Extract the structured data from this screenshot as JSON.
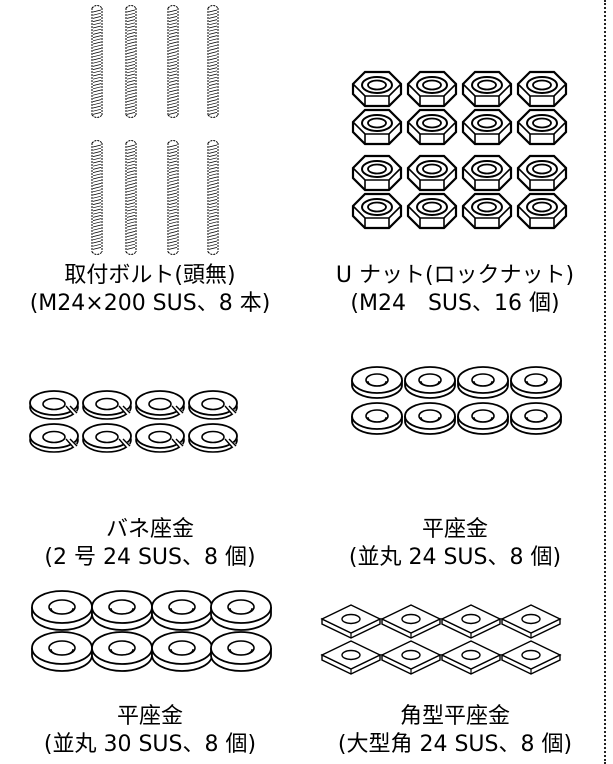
{
  "items": [
    {
      "id": "bolt",
      "name": "取付ボルト(頭無)",
      "spec": "(M24×200 SUS、8 本)"
    },
    {
      "id": "u-nut",
      "name": "U ナット(ロックナット)",
      "spec": "(M24　SUS、16 個)"
    },
    {
      "id": "spring-washer",
      "name": "バネ座金",
      "spec": "(2 号 24 SUS、8 個)"
    },
    {
      "id": "flat-washer-24",
      "name": "平座金",
      "spec": "(並丸 24 SUS、8 個)"
    },
    {
      "id": "flat-washer-30",
      "name": "平座金",
      "spec": "(並丸 30 SUS、8 個)"
    },
    {
      "id": "square-washer",
      "name": "角型平座金",
      "spec": "(大型角 24 SUS、8 個)"
    }
  ]
}
